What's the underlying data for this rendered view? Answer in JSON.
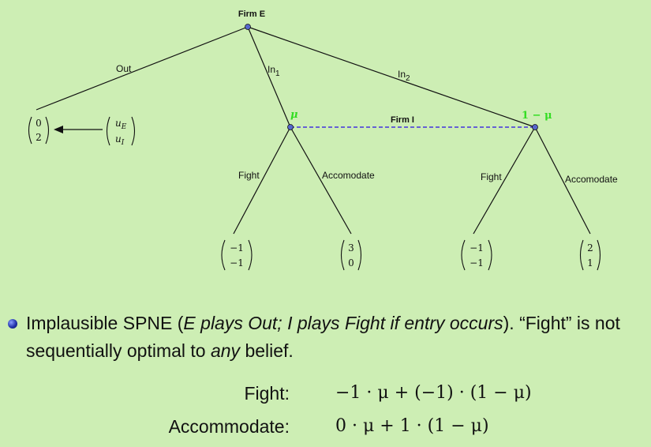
{
  "tree": {
    "root_label": "Firm E",
    "info_set_label": "Firm I",
    "branches": {
      "out": "Out",
      "in1": "In",
      "in1_sub": "1",
      "in2": "In",
      "in2_sub": "2",
      "fight_left": "Fight",
      "accommodate_left": "Accomodate",
      "fight_right": "Fight",
      "accommodate_right": "Accomodate"
    },
    "beliefs": {
      "left": "μ",
      "right": "1 − μ"
    },
    "payoffs": {
      "out": [
        "0",
        "2"
      ],
      "legend": [
        "u",
        "E",
        "u",
        "I"
      ],
      "in1_fight": [
        "−1",
        "−1"
      ],
      "in1_accommodate": [
        "3",
        "0"
      ],
      "in2_fight": [
        "−1",
        "−1"
      ],
      "in2_accommodate": [
        "2",
        "1"
      ]
    }
  },
  "bullet": {
    "t1": "Implausible SPNE (",
    "t2": "E plays Out; I plays Fight if entry occurs",
    "t3": "). “Fight” is not sequentially optimal to ",
    "t4": "any",
    "t5": " belief."
  },
  "equations": [
    {
      "label": "Fight:",
      "expr": "−1 · μ + (−1) · (1 − μ)"
    },
    {
      "label": "Accommodate:",
      "expr": "0 · μ + 1 · (1 − μ)"
    }
  ],
  "colors": {
    "background": "#cdeeb4",
    "node": "#5566cc",
    "info_set": "#4433dd",
    "belief": "#33dd22"
  }
}
